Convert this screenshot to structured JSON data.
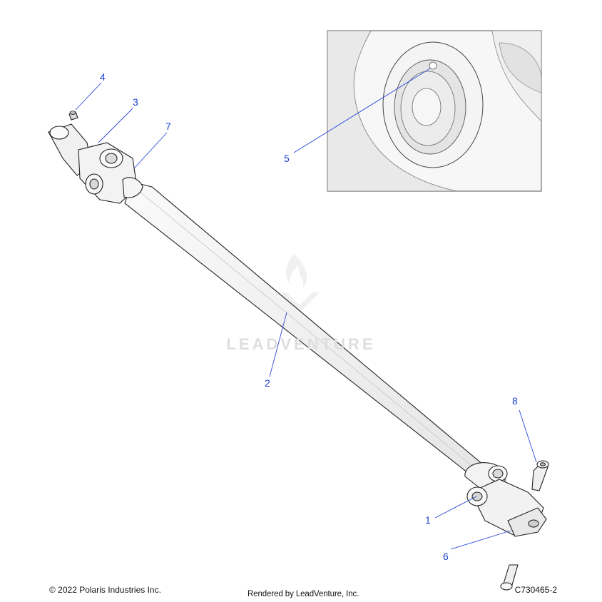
{
  "callouts": [
    {
      "id": "1",
      "label": "1"
    },
    {
      "id": "2",
      "label": "2"
    },
    {
      "id": "3",
      "label": "3"
    },
    {
      "id": "4",
      "label": "4"
    },
    {
      "id": "5",
      "label": "5"
    },
    {
      "id": "6",
      "label": "6"
    },
    {
      "id": "7",
      "label": "7"
    },
    {
      "id": "8",
      "label": "8"
    }
  ],
  "watermark": "LEADVENTURE",
  "footer": {
    "copyright": "© 2022 Polaris Industries Inc.",
    "rendered_by": "Rendered by LeadVenture, Inc.",
    "drawing_number": "C730465-2"
  },
  "colors": {
    "callout_text": "#1a3fd0",
    "leader_line": "#2a47d8",
    "part_fill": "#f2f2f2",
    "part_outline": "#222222",
    "inset_background": "#ebebeb",
    "watermark": "#dedede"
  }
}
